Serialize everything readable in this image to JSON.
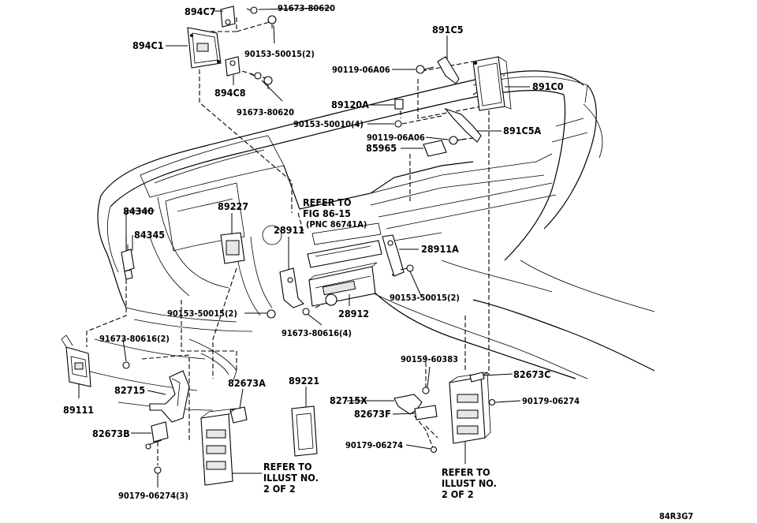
{
  "labels": {
    "p894C7": "894C7",
    "p91673_80620_top": "91673-80620",
    "p894C1": "894C1",
    "p90153_50015_top": "90153-50015(2)",
    "p894C8": "894C8",
    "p91673_80620_b": "91673-80620",
    "p891C5": "891C5",
    "p90119_06A06_a": "90119-06A06",
    "p891C0": "891C0",
    "p89120A": "89120A",
    "p90153_50010": "90153-50010(4)",
    "p891C5A": "891C5A",
    "p90119_06A06_b": "90119-06A06",
    "p85965": "85965",
    "p84340": "84340",
    "p89227": "89227",
    "p84345": "84345",
    "p28911": "28911",
    "p28911A": "28911A",
    "p90153_50015_r": "90153-50015(2)",
    "p90153_50015_l": "90153-50015(2)",
    "p28912": "28912",
    "p91673_80616_4": "91673-80616(4)",
    "p91673_80616_2": "91673-80616(2)",
    "p90159_60383": "90159-60383",
    "p82673C": "82673C",
    "p82715": "82715",
    "p82673A": "82673A",
    "p89221": "89221",
    "p82715X": "82715X",
    "p90179_06274_r": "90179-06274",
    "p89111": "89111",
    "p82673F": "82673F",
    "p82673B": "82673B",
    "p90179_06274_m": "90179-06274",
    "p90179_06274_3": "90179-06274(3)",
    "diagram_code": "84R3G7"
  },
  "refer_fig": {
    "line1": "REFER TO",
    "line2": "FIG 86-15",
    "line3": "(PNC 86741A)"
  },
  "refer_left": {
    "line1": "REFER TO",
    "line2": "ILLUST NO.",
    "line3": "2 OF 2"
  },
  "refer_right": {
    "line1": "REFER TO",
    "line2": "ILLUST NO.",
    "line3": "2 OF 2"
  },
  "colors": {
    "ink": "#000000",
    "paper": "#ffffff"
  }
}
